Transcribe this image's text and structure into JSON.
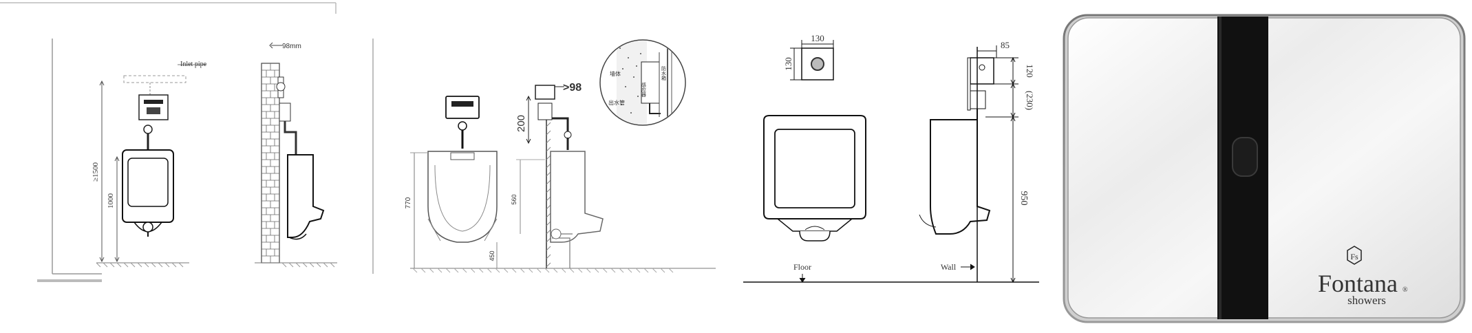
{
  "panel1": {
    "inlet_pipe_label": "Inlet pipe",
    "gap_label": "98mm",
    "height_total": "≥1500",
    "height_unit": "1000"
  },
  "panel2": {
    "gap_label": ">98",
    "height_label": "200",
    "dim_left": "770",
    "dim_mid": "560",
    "dim_floor": "450",
    "detail_label_a": "墙体",
    "detail_label_b": "出水管",
    "detail_label_c": "感应器",
    "detail_label_d": "防水箱"
  },
  "panel3": {
    "width_top": "130",
    "height_top": "130",
    "depth_top": "85",
    "dim_120": "120",
    "dim_230": "(230)",
    "dim_950": "950",
    "floor_label": "Floor",
    "wall_label": "Wall"
  },
  "panel4": {
    "brand_monogram": "Fs",
    "brand_name": "Fontana",
    "brand_reg": "®",
    "brand_sub": "showers"
  }
}
